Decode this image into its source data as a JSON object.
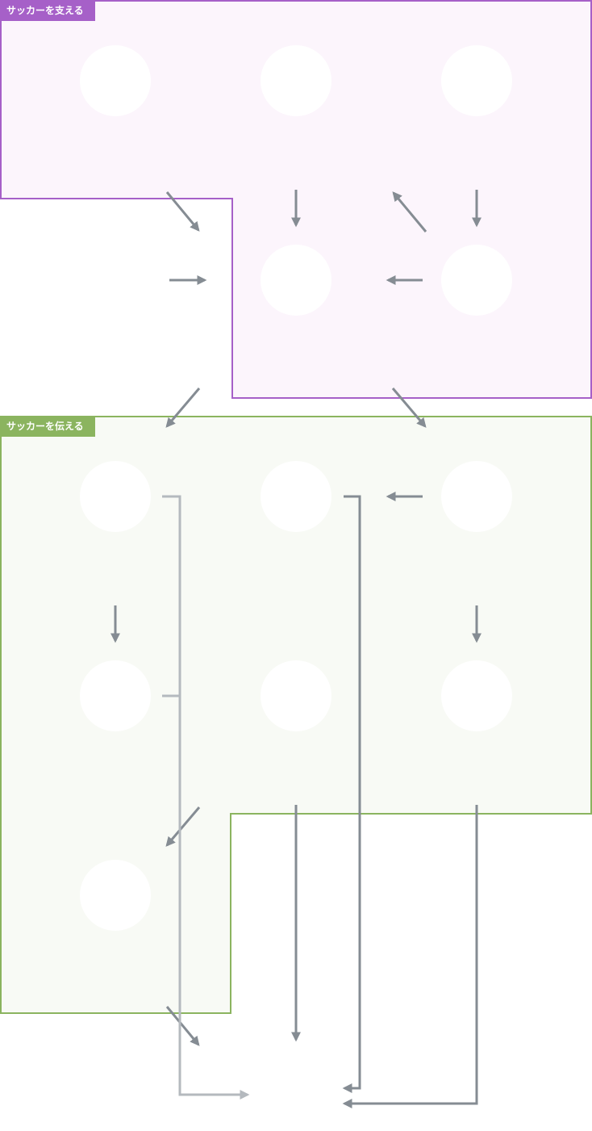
{
  "groups": [
    {
      "id": "support",
      "label": "サッカーを支える",
      "color": "#a660c8",
      "fill": "#fcf5fc"
    },
    {
      "id": "convey",
      "label": "サッカーを伝える",
      "color": "#8bb45f",
      "fill": "#f8faf5"
    }
  ],
  "colors": {
    "node": "#ffffff",
    "arrow_dark": "#858c93",
    "arrow_light": "#b4b9be"
  }
}
